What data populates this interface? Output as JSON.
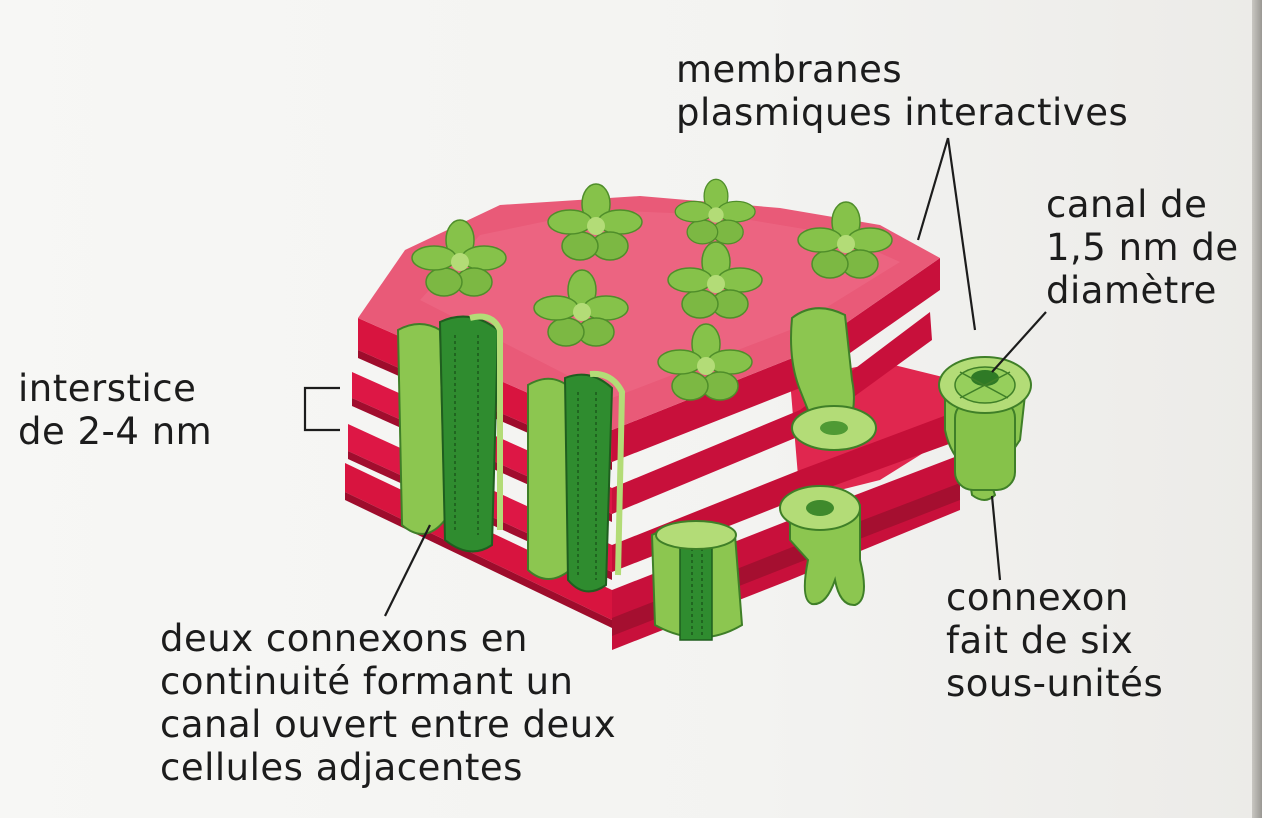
{
  "labels": {
    "membranes": [
      "membranes",
      "plasmiques interactives"
    ],
    "canal": [
      "canal de",
      "1,5 nm de",
      "diamètre"
    ],
    "interstice": [
      "interstice",
      "de 2-4 nm"
    ],
    "connexon": [
      "connexon",
      "fait de six",
      "sous-unités"
    ],
    "deux_connexons": [
      "deux connexons en",
      "continuité formant un",
      "canal ouvert entre deux",
      "cellules adjacentes"
    ]
  },
  "colors": {
    "membrane": "#dd1745",
    "membrane_top": "#e95a78",
    "membrane_dark": "#a50f30",
    "connexon": "#86c24a",
    "connexon_light": "#b3dc77",
    "connexon_dark": "#2f8c2f",
    "text": "#1c1c1c"
  }
}
